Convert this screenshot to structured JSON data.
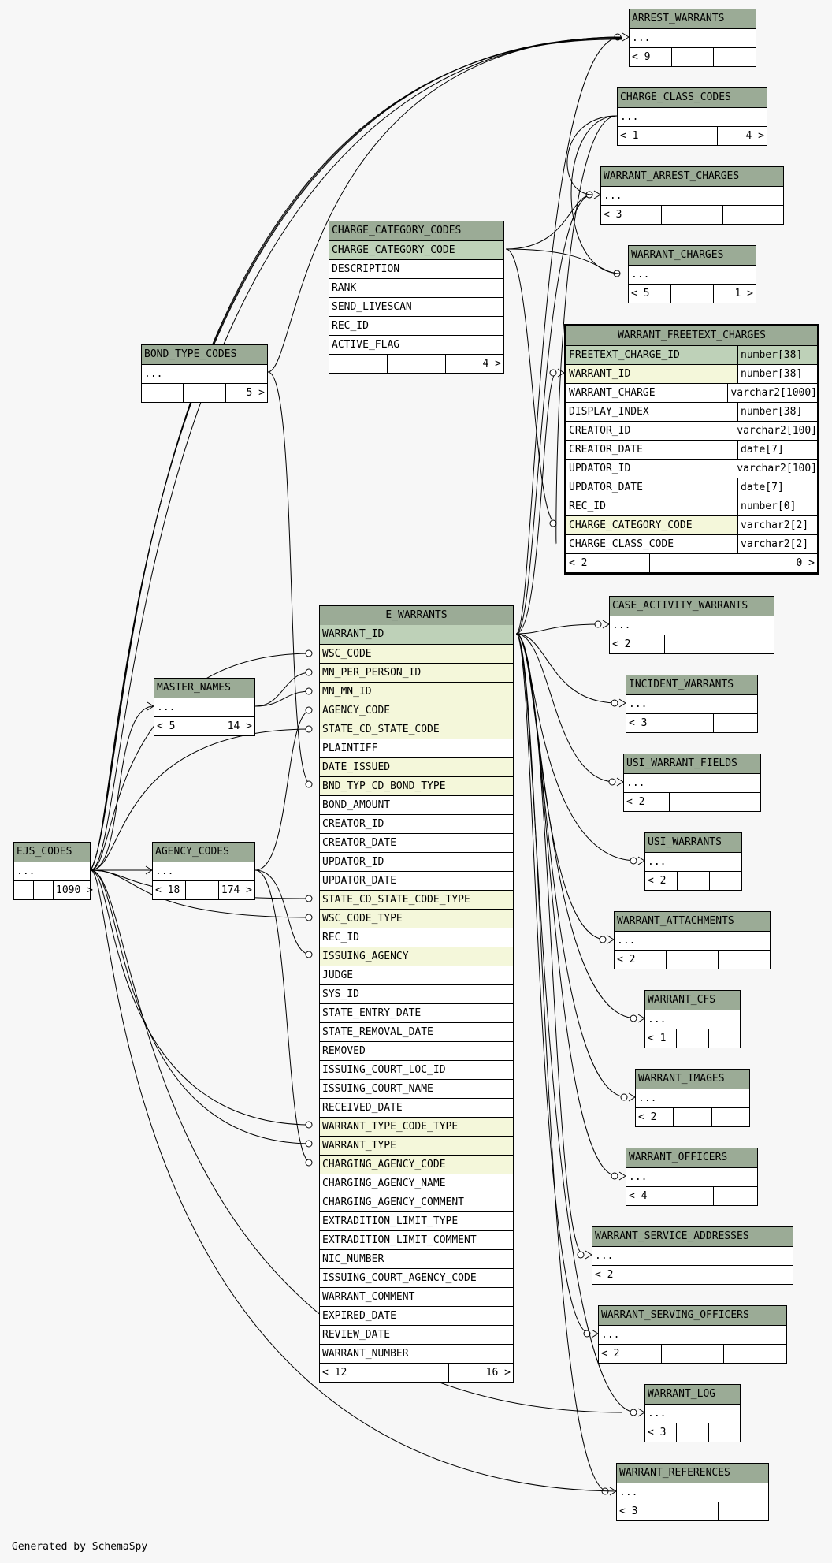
{
  "footer": "Generated by SchemaSpy",
  "colors": {
    "header": "#9bab96",
    "primary_key": "#bed1b8",
    "foreign_key": "#f4f7da",
    "background": "#f7f7f7"
  },
  "tables": {
    "arrest_warrants": {
      "name": "ARREST_WARRANTS",
      "body": "...",
      "left": "< 9",
      "right": ""
    },
    "charge_class_codes": {
      "name": "CHARGE_CLASS_CODES",
      "body": "...",
      "left": "< 1",
      "right": "4 >"
    },
    "warrant_arrest_charges": {
      "name": "WARRANT_ARREST_CHARGES",
      "body": "...",
      "left": "< 3",
      "right": ""
    },
    "warrant_charges": {
      "name": "WARRANT_CHARGES",
      "body": "...",
      "left": "< 5",
      "right": "1 >"
    },
    "charge_category_codes": {
      "name": "CHARGE_CATEGORY_CODES",
      "columns": [
        "CHARGE_CATEGORY_CODE",
        "DESCRIPTION",
        "RANK",
        "SEND_LIVESCAN",
        "REC_ID",
        "ACTIVE_FLAG"
      ],
      "left": "",
      "right": "4 >"
    },
    "bond_type_codes": {
      "name": "BOND_TYPE_CODES",
      "body": "...",
      "left": "",
      "right": "5 >"
    },
    "warrant_freetext_charges": {
      "name": "WARRANT_FREETEXT_CHARGES",
      "columns": [
        {
          "name": "FREETEXT_CHARGE_ID",
          "type": "number[38]"
        },
        {
          "name": "WARRANT_ID",
          "type": "number[38]"
        },
        {
          "name": "WARRANT_CHARGE",
          "type": "varchar2[1000]"
        },
        {
          "name": "DISPLAY_INDEX",
          "type": "number[38]"
        },
        {
          "name": "CREATOR_ID",
          "type": "varchar2[100]"
        },
        {
          "name": "CREATOR_DATE",
          "type": "date[7]"
        },
        {
          "name": "UPDATOR_ID",
          "type": "varchar2[100]"
        },
        {
          "name": "UPDATOR_DATE",
          "type": "date[7]"
        },
        {
          "name": "REC_ID",
          "type": "number[0]"
        },
        {
          "name": "CHARGE_CATEGORY_CODE",
          "type": "varchar2[2]"
        },
        {
          "name": "CHARGE_CLASS_CODE",
          "type": "varchar2[2]"
        }
      ],
      "left": "< 2",
      "right": "0 >"
    },
    "case_activity_warrants": {
      "name": "CASE_ACTIVITY_WARRANTS",
      "body": "...",
      "left": "< 2",
      "right": ""
    },
    "incident_warrants": {
      "name": "INCIDENT_WARRANTS",
      "body": "...",
      "left": "< 3",
      "right": ""
    },
    "usi_warrant_fields": {
      "name": "USI_WARRANT_FIELDS",
      "body": "...",
      "left": "< 2",
      "right": ""
    },
    "usi_warrants": {
      "name": "USI_WARRANTS",
      "body": "...",
      "left": "< 2",
      "right": ""
    },
    "warrant_attachments": {
      "name": "WARRANT_ATTACHMENTS",
      "body": "...",
      "left": "< 2",
      "right": ""
    },
    "warrant_cfs": {
      "name": "WARRANT_CFS",
      "body": "...",
      "left": "< 1",
      "right": ""
    },
    "warrant_images": {
      "name": "WARRANT_IMAGES",
      "body": "...",
      "left": "< 2",
      "right": ""
    },
    "warrant_officers": {
      "name": "WARRANT_OFFICERS",
      "body": "...",
      "left": "< 4",
      "right": ""
    },
    "warrant_service_addresses": {
      "name": "WARRANT_SERVICE_ADDRESSES",
      "body": "...",
      "left": "< 2",
      "right": ""
    },
    "warrant_serving_officers": {
      "name": "WARRANT_SERVING_OFFICERS",
      "body": "...",
      "left": "< 2",
      "right": ""
    },
    "warrant_log": {
      "name": "WARRANT_LOG",
      "body": "...",
      "left": "< 3",
      "right": ""
    },
    "warrant_references": {
      "name": "WARRANT_REFERENCES",
      "body": "...",
      "left": "< 3",
      "right": ""
    },
    "master_names": {
      "name": "MASTER_NAMES",
      "body": "...",
      "left": "< 5",
      "right": "14 >"
    },
    "ejs_codes": {
      "name": "EJS_CODES",
      "body": "...",
      "left": "",
      "right": "1090 >"
    },
    "agency_codes": {
      "name": "AGENCY_CODES",
      "body": "...",
      "left": "< 18",
      "right": "174 >"
    },
    "e_warrants": {
      "name": "E_WARRANTS",
      "columns": [
        "WARRANT_ID",
        "WSC_CODE",
        "MN_PER_PERSON_ID",
        "MN_MN_ID",
        "AGENCY_CODE",
        "STATE_CD_STATE_CODE",
        "PLAINTIFF",
        "DATE_ISSUED",
        "BND_TYP_CD_BOND_TYPE",
        "BOND_AMOUNT",
        "CREATOR_ID",
        "CREATOR_DATE",
        "UPDATOR_ID",
        "UPDATOR_DATE",
        "STATE_CD_STATE_CODE_TYPE",
        "WSC_CODE_TYPE",
        "REC_ID",
        "ISSUING_AGENCY",
        "JUDGE",
        "SYS_ID",
        "STATE_ENTRY_DATE",
        "STATE_REMOVAL_DATE",
        "REMOVED",
        "ISSUING_COURT_LOC_ID",
        "ISSUING_COURT_NAME",
        "RECEIVED_DATE",
        "WARRANT_TYPE_CODE_TYPE",
        "WARRANT_TYPE",
        "CHARGING_AGENCY_CODE",
        "CHARGING_AGENCY_NAME",
        "CHARGING_AGENCY_COMMENT",
        "EXTRADITION_LIMIT_TYPE",
        "EXTRADITION_LIMIT_COMMENT",
        "NIC_NUMBER",
        "ISSUING_COURT_AGENCY_CODE",
        "WARRANT_COMMENT",
        "EXPIRED_DATE",
        "REVIEW_DATE",
        "WARRANT_NUMBER"
      ],
      "left": "< 12",
      "right": "16 >"
    }
  }
}
